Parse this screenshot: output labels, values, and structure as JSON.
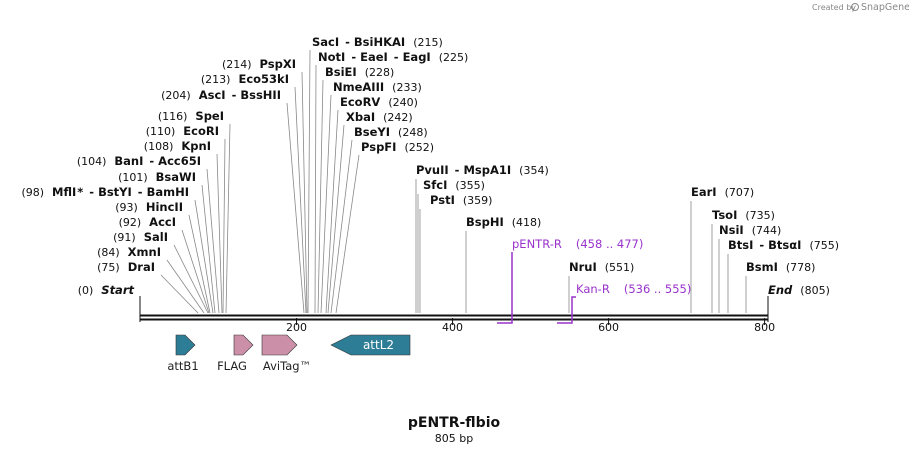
{
  "sequence": {
    "name": "pENTR-flbio",
    "length_label": "805 bp",
    "length": 805
  },
  "credit": {
    "created_by": "Created by",
    "brand": "SnapGene"
  },
  "colors": {
    "line": "#111111",
    "primer": "#9933cc",
    "teal_feature": "#2e7d96",
    "pink_feature": "#cc8fa8"
  },
  "ruler": {
    "ticks": [
      {
        "value": 200,
        "label": "200"
      },
      {
        "value": 400,
        "label": "400"
      },
      {
        "value": 600,
        "label": "600"
      },
      {
        "value": 800,
        "label": "800"
      }
    ]
  },
  "sites": [
    {
      "id": "start",
      "pos": 0,
      "parts": [
        {
          "t": "(0)",
          "c": "pos"
        },
        {
          "t": "Start",
          "c": "nm it"
        }
      ]
    },
    {
      "id": "drai",
      "pos": 75,
      "parts": [
        {
          "t": "(75)",
          "c": "pos"
        },
        {
          "t": "DraI",
          "c": "nm"
        }
      ]
    },
    {
      "id": "xmni",
      "pos": 84,
      "parts": [
        {
          "t": "(84)",
          "c": "pos"
        },
        {
          "t": "XmnI",
          "c": "nm"
        }
      ]
    },
    {
      "id": "sali",
      "pos": 91,
      "parts": [
        {
          "t": "(91)",
          "c": "pos"
        },
        {
          "t": "SalI",
          "c": "nm"
        }
      ]
    },
    {
      "id": "acci",
      "pos": 92,
      "parts": [
        {
          "t": "(92)",
          "c": "pos"
        },
        {
          "t": "AccI",
          "c": "nm"
        }
      ]
    },
    {
      "id": "hincii",
      "pos": 93,
      "parts": [
        {
          "t": "(93)",
          "c": "pos"
        },
        {
          "t": "HincII",
          "c": "nm"
        }
      ]
    },
    {
      "id": "mfli",
      "pos": 98,
      "parts": [
        {
          "t": "(98)",
          "c": "pos"
        },
        {
          "t": "MflI",
          "c": "nm"
        },
        {
          "t": "*",
          "c": "nm"
        },
        {
          "t": "- BstYI",
          "c": "nm"
        },
        {
          "t": "- BamHI",
          "c": "nm"
        }
      ]
    },
    {
      "id": "bsawi",
      "pos": 101,
      "parts": [
        {
          "t": "(101)",
          "c": "pos"
        },
        {
          "t": "BsaWI",
          "c": "nm"
        }
      ]
    },
    {
      "id": "bani",
      "pos": 104,
      "parts": [
        {
          "t": "(104)",
          "c": "pos"
        },
        {
          "t": "BanI",
          "c": "nm"
        },
        {
          "t": "- Acc65I",
          "c": "nm"
        }
      ]
    },
    {
      "id": "kpni",
      "pos": 108,
      "parts": [
        {
          "t": "(108)",
          "c": "pos"
        },
        {
          "t": "KpnI",
          "c": "nm"
        }
      ]
    },
    {
      "id": "ecori",
      "pos": 110,
      "parts": [
        {
          "t": "(110)",
          "c": "pos"
        },
        {
          "t": "EcoRI",
          "c": "nm"
        }
      ]
    },
    {
      "id": "spei",
      "pos": 116,
      "parts": [
        {
          "t": "(116)",
          "c": "pos"
        },
        {
          "t": "SpeI",
          "c": "nm"
        }
      ]
    },
    {
      "id": "asci",
      "pos": 204,
      "parts": [
        {
          "t": "(204)",
          "c": "pos"
        },
        {
          "t": "AscI",
          "c": "nm"
        },
        {
          "t": "- BssHII",
          "c": "nm"
        }
      ]
    },
    {
      "id": "eco53ki",
      "pos": 213,
      "parts": [
        {
          "t": "(213)",
          "c": "pos"
        },
        {
          "t": "Eco53kI",
          "c": "nm"
        }
      ]
    },
    {
      "id": "pspxi",
      "pos": 214,
      "parts": [
        {
          "t": "(214)",
          "c": "pos"
        },
        {
          "t": "PspXI",
          "c": "nm"
        }
      ]
    },
    {
      "id": "saci",
      "pos": 215,
      "parts": [
        {
          "t": "SacI",
          "c": "nm"
        },
        {
          "t": "- BsiHKAI",
          "c": "nm"
        },
        {
          "t": "(215)",
          "c": "pos"
        }
      ]
    },
    {
      "id": "noti",
      "pos": 225,
      "parts": [
        {
          "t": "NotI",
          "c": "nm"
        },
        {
          "t": "- EaeI",
          "c": "nm"
        },
        {
          "t": "- EagI",
          "c": "nm"
        },
        {
          "t": "(225)",
          "c": "pos"
        }
      ]
    },
    {
      "id": "bsiei",
      "pos": 228,
      "parts": [
        {
          "t": "BsiEI",
          "c": "nm"
        },
        {
          "t": "(228)",
          "c": "pos"
        }
      ]
    },
    {
      "id": "nmeaiii",
      "pos": 233,
      "parts": [
        {
          "t": "NmeAIII",
          "c": "nm"
        },
        {
          "t": "(233)",
          "c": "pos"
        }
      ]
    },
    {
      "id": "ecorv",
      "pos": 240,
      "parts": [
        {
          "t": "EcoRV",
          "c": "nm"
        },
        {
          "t": "(240)",
          "c": "pos"
        }
      ]
    },
    {
      "id": "xbai",
      "pos": 242,
      "parts": [
        {
          "t": "XbaI",
          "c": "nm"
        },
        {
          "t": "(242)",
          "c": "pos"
        }
      ]
    },
    {
      "id": "bseyi",
      "pos": 248,
      "parts": [
        {
          "t": "BseYI",
          "c": "nm"
        },
        {
          "t": "(248)",
          "c": "pos"
        }
      ]
    },
    {
      "id": "pspfi",
      "pos": 252,
      "parts": [
        {
          "t": "PspFI",
          "c": "nm"
        },
        {
          "t": "(252)",
          "c": "pos"
        }
      ]
    },
    {
      "id": "pvuii",
      "pos": 354,
      "parts": [
        {
          "t": "PvuII",
          "c": "nm"
        },
        {
          "t": "- MspA1I",
          "c": "nm"
        },
        {
          "t": "(354)",
          "c": "pos"
        }
      ]
    },
    {
      "id": "sfci",
      "pos": 355,
      "parts": [
        {
          "t": "SfcI",
          "c": "nm"
        },
        {
          "t": "(355)",
          "c": "pos"
        }
      ]
    },
    {
      "id": "psti",
      "pos": 359,
      "parts": [
        {
          "t": "PstI",
          "c": "nm"
        },
        {
          "t": "(359)",
          "c": "pos"
        }
      ]
    },
    {
      "id": "bsphi",
      "pos": 418,
      "parts": [
        {
          "t": "BspHI",
          "c": "nm"
        },
        {
          "t": "(418)",
          "c": "pos"
        }
      ]
    },
    {
      "id": "nrui",
      "pos": 551,
      "parts": [
        {
          "t": "NruI",
          "c": "nm"
        },
        {
          "t": "(551)",
          "c": "pos"
        }
      ]
    },
    {
      "id": "eari",
      "pos": 707,
      "parts": [
        {
          "t": "EarI",
          "c": "nm"
        },
        {
          "t": "(707)",
          "c": "pos"
        }
      ]
    },
    {
      "id": "tsoi",
      "pos": 735,
      "parts": [
        {
          "t": "TsoI",
          "c": "nm"
        },
        {
          "t": "(735)",
          "c": "pos"
        }
      ]
    },
    {
      "id": "nsii",
      "pos": 744,
      "parts": [
        {
          "t": "NsiI",
          "c": "nm"
        },
        {
          "t": "(744)",
          "c": "pos"
        }
      ]
    },
    {
      "id": "btsi",
      "pos": 755,
      "parts": [
        {
          "t": "BtsI",
          "c": "nm"
        },
        {
          "t": "- BtsαI",
          "c": "nm"
        },
        {
          "t": "(755)",
          "c": "pos"
        }
      ]
    },
    {
      "id": "bsmi",
      "pos": 778,
      "parts": [
        {
          "t": "BsmI",
          "c": "nm"
        },
        {
          "t": "(778)",
          "c": "pos"
        }
      ]
    },
    {
      "id": "end",
      "pos": 805,
      "parts": [
        {
          "t": "End",
          "c": "nm it"
        },
        {
          "t": "(805)",
          "c": "pos"
        }
      ]
    }
  ],
  "primers": [
    {
      "id": "pentr-r",
      "name": "pENTR-R",
      "range": "(458 .. 477)",
      "start": 458,
      "end": 477
    },
    {
      "id": "kan-r",
      "name": "Kan-R",
      "range": "(536 .. 555)",
      "start": 536,
      "end": 555
    }
  ],
  "features": [
    {
      "id": "attb1",
      "name": "attB1",
      "color": "teal",
      "dir": "right",
      "start": 48,
      "end": 72
    },
    {
      "id": "flag",
      "name": "FLAG",
      "color": "pink",
      "dir": "right",
      "start": 122,
      "end": 146
    },
    {
      "id": "avitag",
      "name": "AviTag™",
      "color": "pink",
      "dir": "right",
      "start": 157,
      "end": 201
    },
    {
      "id": "attl2",
      "name": "attL2",
      "color": "teal",
      "dir": "left",
      "start": 246,
      "end": 346
    }
  ]
}
